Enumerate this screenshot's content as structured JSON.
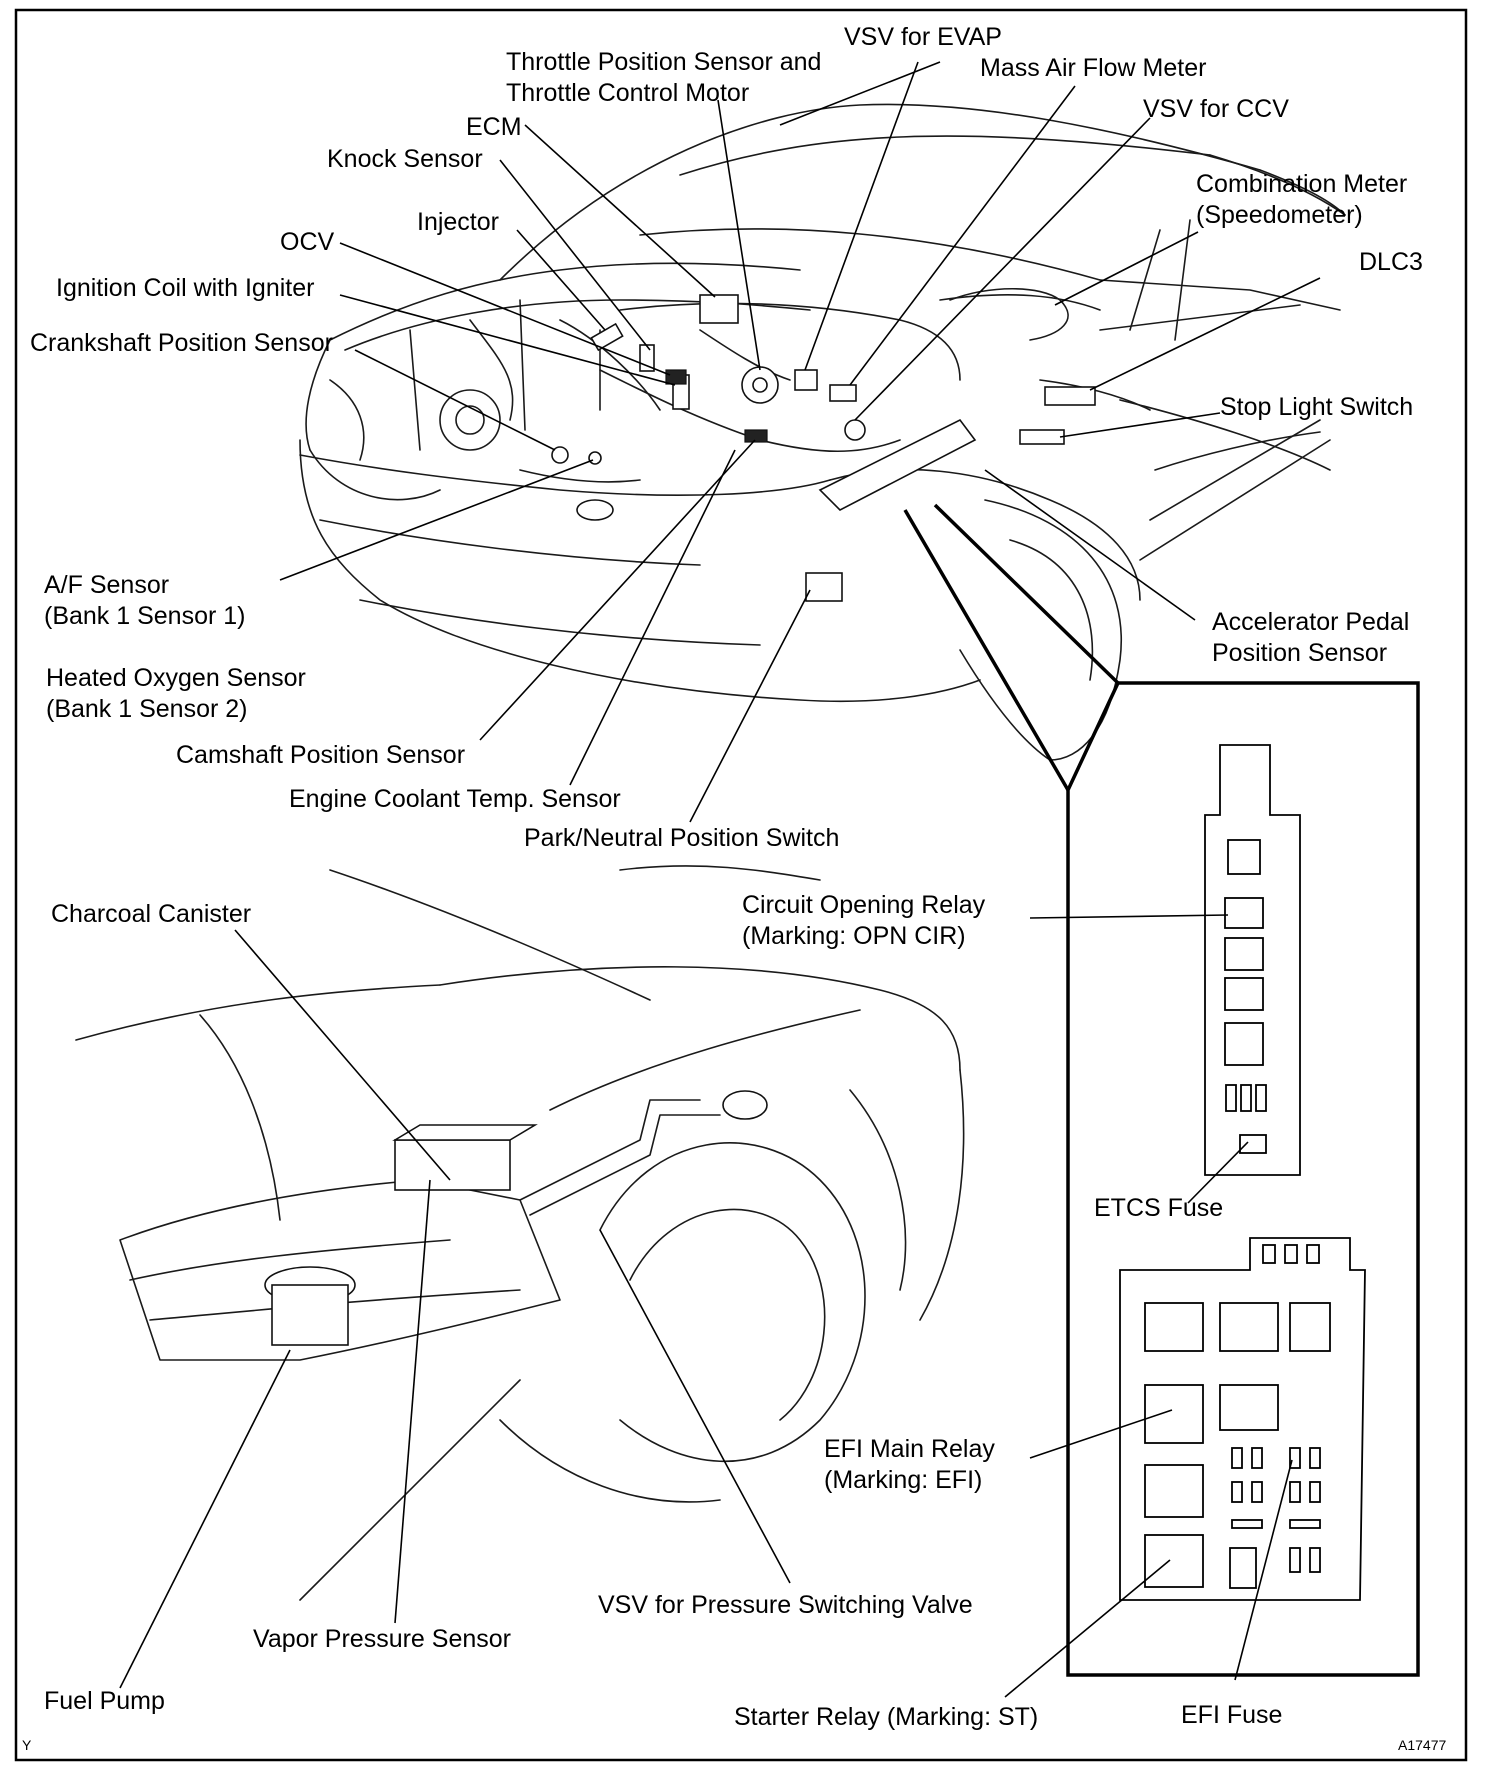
{
  "labels": {
    "vsv_evap": "VSV for EVAP",
    "throttle_1": "Throttle Position Sensor and",
    "throttle_2": "Throttle Control Motor",
    "maf": "Mass Air Flow Meter",
    "vsv_ccv": "VSV for CCV",
    "ecm": "ECM",
    "knock": "Knock Sensor",
    "injector": "Injector",
    "comb_1": "Combination Meter",
    "comb_2": "(Speedometer)",
    "ocv": "OCV",
    "dlc3": "DLC3",
    "ign": "Ignition Coil with Igniter",
    "crank": "Crankshaft Position Sensor",
    "stop": "Stop Light Switch",
    "af_1": "A/F Sensor",
    "af_2": "(Bank 1 Sensor 1)",
    "accel_1": "Accelerator  Pedal",
    "accel_2": "Position Sensor",
    "ho2_1": "Heated Oxygen Sensor",
    "ho2_2": "(Bank 1 Sensor 2)",
    "cam": "Camshaft Position Sensor",
    "ect": "Engine Coolant Temp. Sensor",
    "pnp": "Park/Neutral Position Switch",
    "charcoal": "Charcoal Canister",
    "cor_1": "Circuit  Opening Relay",
    "cor_2": "(Marking: OPN CIR)",
    "etcs": "ETCS Fuse",
    "efi_main_1": "EFI Main Relay",
    "efi_main_2": "(Marking: EFI)",
    "vsv_psv": "VSV for Pressure Switching Valve",
    "vps": "Vapor Pressure Sensor",
    "fuel_pump": "Fuel Pump",
    "starter": "Starter Relay (Marking: ST)",
    "efi_fuse": "EFI Fuse",
    "corner_left": "Y",
    "figure_id": "A17477"
  }
}
